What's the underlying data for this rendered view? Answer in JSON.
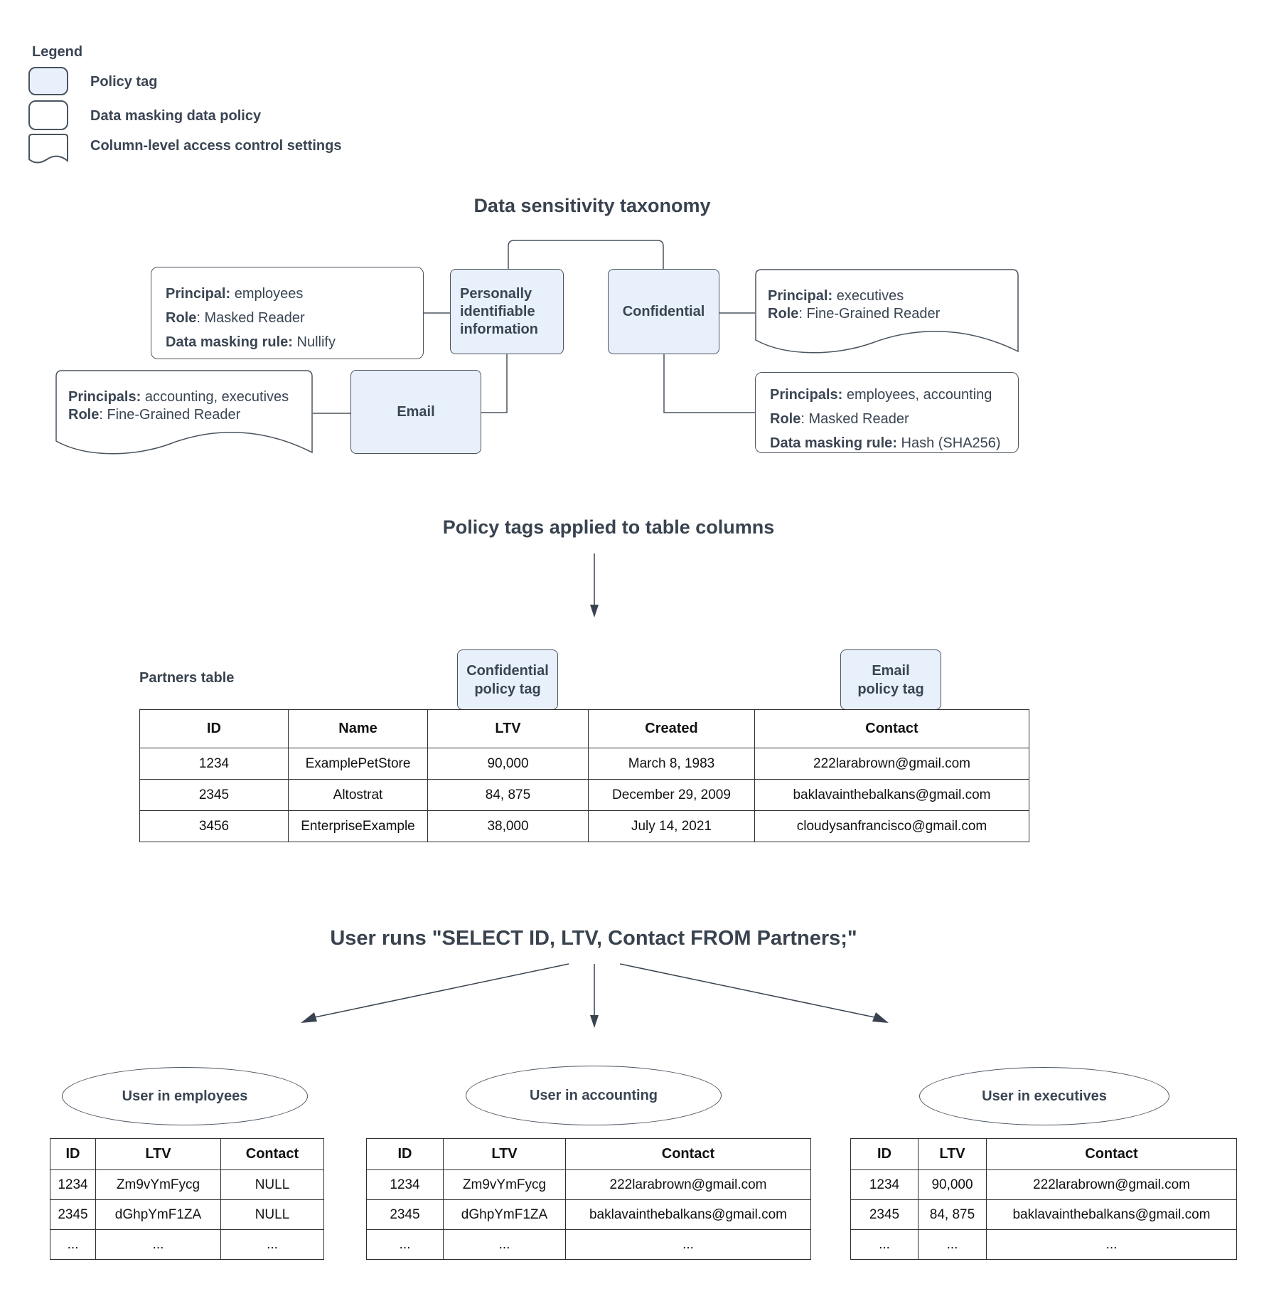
{
  "colors": {
    "policy_tag_fill": "#e8f0fb",
    "shape_border": "#4a545f",
    "diagram_text": "#3a4553",
    "table_border": "#2f2f2f"
  },
  "legend": {
    "title": "Legend",
    "items": [
      {
        "label": "Policy tag"
      },
      {
        "label": "Data masking data policy"
      },
      {
        "label": "Column-level access control settings"
      }
    ]
  },
  "taxonomy": {
    "title": "Data sensitivity taxonomy",
    "pii_tag": "Personally identifiable information",
    "confidential_tag": "Confidential",
    "email_tag": "Email",
    "nullify_policy": {
      "lines": [
        {
          "label": "Principal:",
          "value": " employees"
        },
        {
          "label": "Role",
          "value": ": Masked Reader"
        },
        {
          "label": "Data masking rule:",
          "value": " Nullify"
        }
      ]
    },
    "executives_acl": {
      "lines": [
        {
          "label": "Principal:",
          "value": " executives"
        },
        {
          "label": "Role",
          "value": ": Fine-Grained Reader"
        }
      ]
    },
    "accounting_acl": {
      "lines": [
        {
          "label": "Principals:",
          "value": " accounting, executives"
        },
        {
          "label": "Role",
          "value": ": Fine-Grained Reader"
        }
      ]
    },
    "hash_policy": {
      "lines": [
        {
          "label": "Principals:",
          "value": " employees, accounting"
        },
        {
          "label": "Role",
          "value": ": Masked Reader"
        },
        {
          "label": "Data masking rule:",
          "value": " Hash (SHA256)"
        }
      ]
    }
  },
  "applied": {
    "title": "Policy tags applied to table columns",
    "table_label": "Partners table",
    "confidential_chip": {
      "line1": "Confidential",
      "line2": "policy tag"
    },
    "email_chip": {
      "line1": "Email",
      "line2": "policy tag"
    },
    "partners_table": {
      "headers": [
        "ID",
        "Name",
        "LTV",
        "Created",
        "Contact"
      ],
      "rows": [
        [
          "1234",
          "ExamplePetStore",
          "90,000",
          "March 8, 1983",
          "222larabrown@gmail.com"
        ],
        [
          "2345",
          "Altostrat",
          "84, 875",
          "December 29, 2009",
          "baklavainthebalkans@gmail.com"
        ],
        [
          "3456",
          "EnterpriseExample",
          "38,000",
          "July 14, 2021",
          "cloudysanfrancisco@gmail.com"
        ]
      ]
    }
  },
  "query": {
    "title": "User runs \"SELECT ID, LTV, Contact FROM Partners;\"",
    "results": [
      {
        "group": "User in employees",
        "table": {
          "headers": [
            "ID",
            "LTV",
            "Contact"
          ],
          "rows": [
            [
              "1234",
              "Zm9vYmFycg",
              "NULL"
            ],
            [
              "2345",
              "dGhpYmF1ZA",
              "NULL"
            ],
            [
              "...",
              "...",
              "..."
            ]
          ]
        }
      },
      {
        "group": "User in accounting",
        "table": {
          "headers": [
            "ID",
            "LTV",
            "Contact"
          ],
          "rows": [
            [
              "1234",
              "Zm9vYmFycg",
              "222larabrown@gmail.com"
            ],
            [
              "2345",
              "dGhpYmF1ZA",
              "baklavainthebalkans@gmail.com"
            ],
            [
              "...",
              "...",
              "..."
            ]
          ]
        }
      },
      {
        "group": "User in executives",
        "table": {
          "headers": [
            "ID",
            "LTV",
            "Contact"
          ],
          "rows": [
            [
              "1234",
              "90,000",
              "222larabrown@gmail.com"
            ],
            [
              "2345",
              "84, 875",
              "baklavainthebalkans@gmail.com"
            ],
            [
              "...",
              "...",
              "..."
            ]
          ]
        }
      }
    ]
  }
}
